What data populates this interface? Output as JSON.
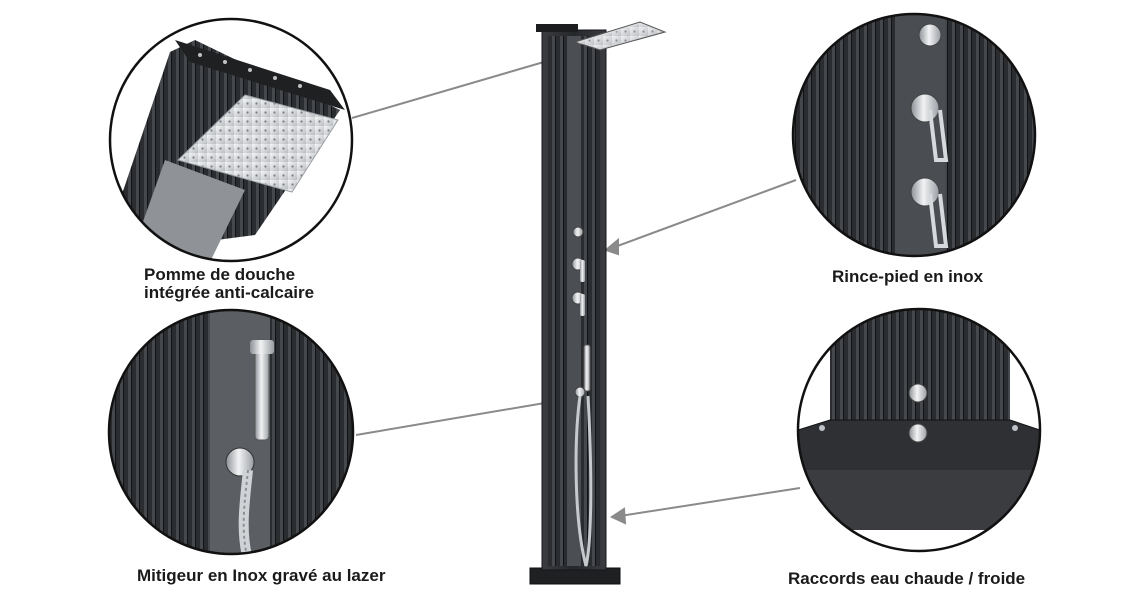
{
  "captions": {
    "shower_head": {
      "line1": "Pomme de douche",
      "line2": "intégrée anti-calcaire"
    },
    "mixer": "Mitigeur en Inox gravé au lazer",
    "foot_rinse": "Rince-pied en inox",
    "connections": "Raccords eau chaude / froide"
  },
  "colors": {
    "column": "#2b2d30",
    "column_edge": "#1c1d1f",
    "steel": "#c9ccd0",
    "pointer": "#8a8a8a",
    "circle_border": "#111111"
  }
}
